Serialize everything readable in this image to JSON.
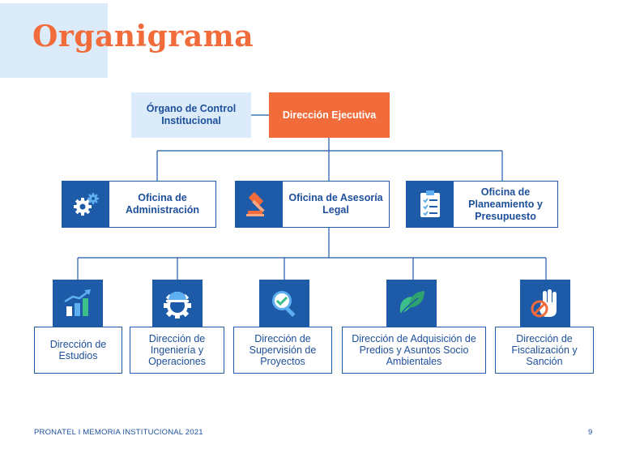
{
  "title": "Organigrama",
  "top": {
    "control": "Órgano de Control Institucional",
    "exec": "Dirección Ejecutiva"
  },
  "offices": [
    {
      "label": "Oficina de Administración",
      "icon": "gears-icon"
    },
    {
      "label": "Oficina de Asesoría Legal",
      "icon": "gavel-icon"
    },
    {
      "label": "Oficina de Planeamiento y Presupuesto",
      "icon": "clipboard-checklist-icon"
    }
  ],
  "directions": [
    {
      "label": "Dirección de Estudios",
      "icon": "growth-chart-icon"
    },
    {
      "label": "Dirección de Ingeniería y Operaciones",
      "icon": "hard-hat-gear-icon"
    },
    {
      "label": "Dirección de Supervisión de Proyectos",
      "icon": "magnifier-check-icon"
    },
    {
      "label": "Dirección de Adquisición de Predios y Asuntos Socio Ambientales",
      "icon": "leaves-icon"
    },
    {
      "label": "Dirección de Fiscalización y Sanción",
      "icon": "stop-hand-icon"
    }
  ],
  "footer": {
    "left": "PRONATEL  I  MEMORIA INSTITUCIONAL 2021",
    "page": "9"
  },
  "colors": {
    "accent": "#f26b3a",
    "primary": "#1d5aa8",
    "light": "#dcebfa"
  }
}
